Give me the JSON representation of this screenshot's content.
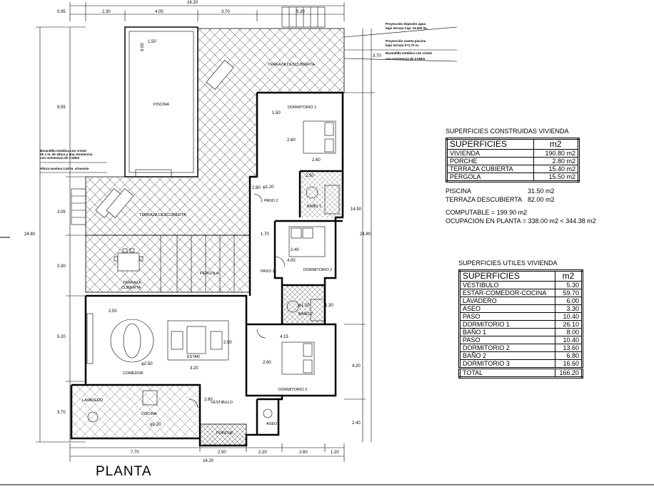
{
  "plan_title": "PLANTA",
  "dimensions": {
    "top_total": "16.20",
    "top": [
      "0.95",
      "2.30",
      "4.05",
      "3.70",
      "5.20"
    ],
    "left": [
      "9.55",
      "3.05",
      "3.30",
      "5.20",
      "3.70"
    ],
    "left_total": "24.80",
    "right": [
      "3.70",
      "14.50",
      "4.20",
      "2.40"
    ],
    "right_total": "24.80",
    "bottom": [
      "7.70",
      "2.50",
      "2.20",
      "2.60",
      "1.20"
    ],
    "bottom_total": "16.20",
    "inner": [
      "1.50",
      "9.00",
      "2.60",
      "2.60",
      "2.80",
      "2.50",
      "3.20",
      "2.50",
      "1.50",
      "2.80",
      "1.70",
      "4.00",
      "2.40",
      "2.50",
      "1.30",
      "2.60",
      "4.15"
    ],
    "diameters": [
      "φ2.50",
      "φ1.20",
      "φ1.20",
      "φ1.20"
    ]
  },
  "rooms": {
    "piscina": "PISCINA",
    "terraza_descubierta_top": "TERRAZA DESCUBIERTA",
    "terraza_descubierta": "TERRAZA DESCUBIERTA",
    "terraza_cubierta": [
      "TERRAZA",
      "CUBIERTA"
    ],
    "pergola": "PERGOLA",
    "dormitorio_1": "DORMITORIO 1",
    "dormitorio_2": "DORMITORIO 2",
    "dormitorio_3": "DORMITORIO 3",
    "paso_1": "PASO 1",
    "paso_2": "PASO 2",
    "bano_1": "BAÑO 1",
    "bano_2": "BAÑO 2",
    "estar": "ESTAR",
    "comedor": "COMEDOR",
    "cocina": "COCINA",
    "lavadero": "LAVADERO",
    "vestibulo": "VESTIBULO",
    "aseo": "ASEO",
    "porche": "PORCHE"
  },
  "notes": {
    "deposito": [
      "Proyección deposito agua",
      "bajo terraza Cap. 14.000 lts."
    ],
    "caseta": [
      "Proyección caseta piscina",
      "bajo terraza h=1.70 m."
    ],
    "barandilla_right": [
      "Barandilla metálica con cristal",
      "con resistencia de   3 kN/m"
    ],
    "barandilla_left": [
      "Barandilla metálica con cristal",
      "de 1 m. de altura y una resistencia",
      "con resistencia de  3 kN/m"
    ],
    "altura": "Altura maxima 2,40 m. s/rasante"
  },
  "construidas": {
    "title": "SUPERFICIES  CONSTRUIDAS  VIVIENDA",
    "header": [
      "SUPERFICIES",
      "m2"
    ],
    "rows": [
      [
        "VIVIENDA",
        "190.80  m2"
      ],
      [
        "PORCHE",
        "2.80  m2"
      ],
      [
        "TERRAZA  CUBIERTA",
        "15.40  m2"
      ],
      [
        "PERGOLA",
        "15.50  m2"
      ]
    ],
    "extra": [
      [
        "PISCINA",
        "31.50  m2"
      ],
      [
        "TERRAZA  DESCUBIERTA",
        "82.00  m2"
      ]
    ],
    "computable": "COMPUTABLE  =  199.90  m2",
    "ocupacion": "OCUPACION  EN  PLANTA  =  338.00  m2  <  344.38  m2"
  },
  "utiles": {
    "title": "SUPERFICIES  UTILES  VIVIENDA",
    "header": [
      "SUPERFICIES",
      "m2"
    ],
    "rows": [
      [
        "VESTIBULO",
        "5.30"
      ],
      [
        "ESTAR-COMEDOR-COCINA",
        "59.70"
      ],
      [
        "LAVADERO",
        "6.00"
      ],
      [
        "ASEO",
        "3.30"
      ],
      [
        "PASO",
        "10.40"
      ],
      [
        "DORMITORIO  1",
        "26.10"
      ],
      [
        "BAÑO  1",
        "8.00"
      ],
      [
        "PASO",
        "10.40"
      ],
      [
        "DORMITORIO  2",
        "13.60"
      ],
      [
        "BAÑO  2",
        "6.80"
      ],
      [
        "DORMITORIO  3",
        "16.60"
      ]
    ],
    "total": [
      "TOTAL",
      "166.20"
    ]
  }
}
